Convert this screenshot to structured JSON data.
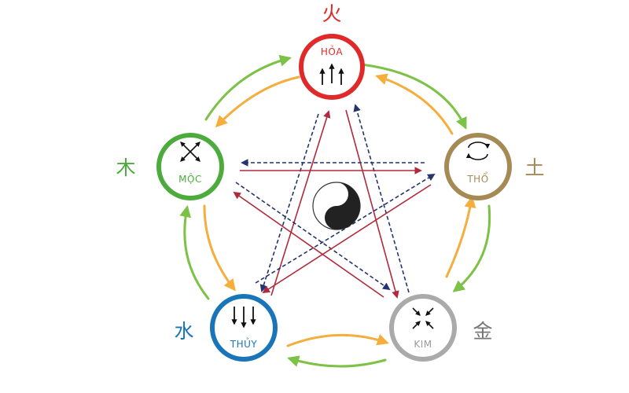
{
  "elements": {
    "fire": {
      "name": "HỎA",
      "character": "火",
      "color": "#e02a2a",
      "symbol": "three-up-arrows-icon"
    },
    "earth": {
      "name": "THỔ",
      "character": "土",
      "color": "#a68a55",
      "symbol": "cycle-arrows-icon"
    },
    "metal": {
      "name": "KIM",
      "character": "金",
      "color": "#aaaaaa",
      "symbol": "converging-arrows-icon"
    },
    "water": {
      "name": "THỦY",
      "character": "水",
      "color": "#1a74b8",
      "symbol": "three-down-arrows-icon"
    },
    "wood": {
      "name": "MỘC",
      "character": "木",
      "color": "#4cab3c",
      "symbol": "diverging-arrows-icon"
    }
  },
  "colors": {
    "generating_green": "#7cc246",
    "generating_orange": "#f5ae3c",
    "controlling_red": "#b02a3c",
    "controlling_blue": "#23346e"
  },
  "center_symbol": "yin-yang-icon"
}
